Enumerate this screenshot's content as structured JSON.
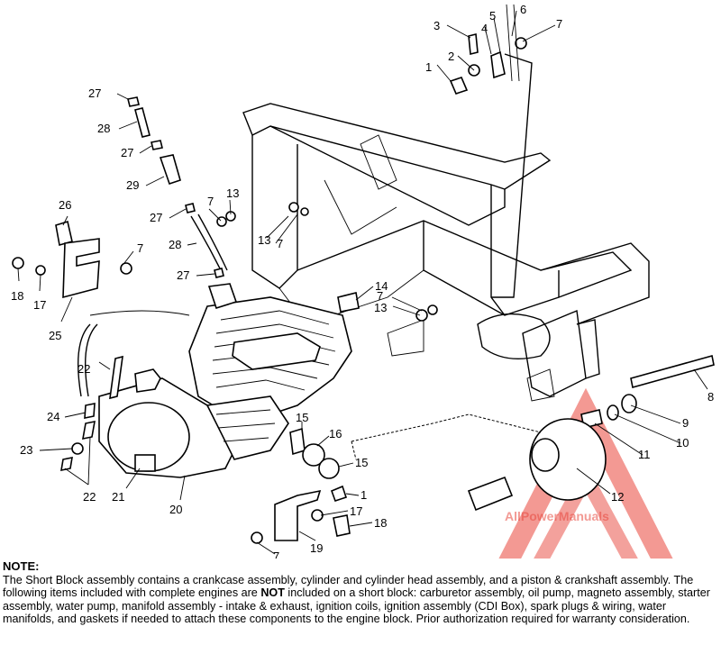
{
  "callouts": [
    "1",
    "2",
    "3",
    "4",
    "5",
    "6",
    "7",
    "8",
    "9",
    "10",
    "11",
    "12",
    "13",
    "14",
    "15",
    "16",
    "17",
    "18",
    "19",
    "20",
    "21",
    "22",
    "23",
    "24",
    "25",
    "26",
    "27",
    "28",
    "29"
  ],
  "watermark": {
    "text": "AllPowerManuals",
    "color": "#e8463c"
  },
  "note": {
    "heading": "NOTE:",
    "text_before": "The Short Block assembly contains a crankcase assembly, cylinder and cylinder head assembly, and a piston & crankshaft assembly.  The following items included with complete engines are ",
    "emphasis": "NOT",
    "text_after": " included on a short block: carburetor assembly, oil pump, magneto assembly, starter assembly, water pump, manifold assembly - intake & exhaust, ignition coils, ignition assembly (CDI Box), spark plugs & wiring, water manifolds, and gaskets if needed to attach these components to the engine block.  Prior authorization required for warranty consideration."
  }
}
